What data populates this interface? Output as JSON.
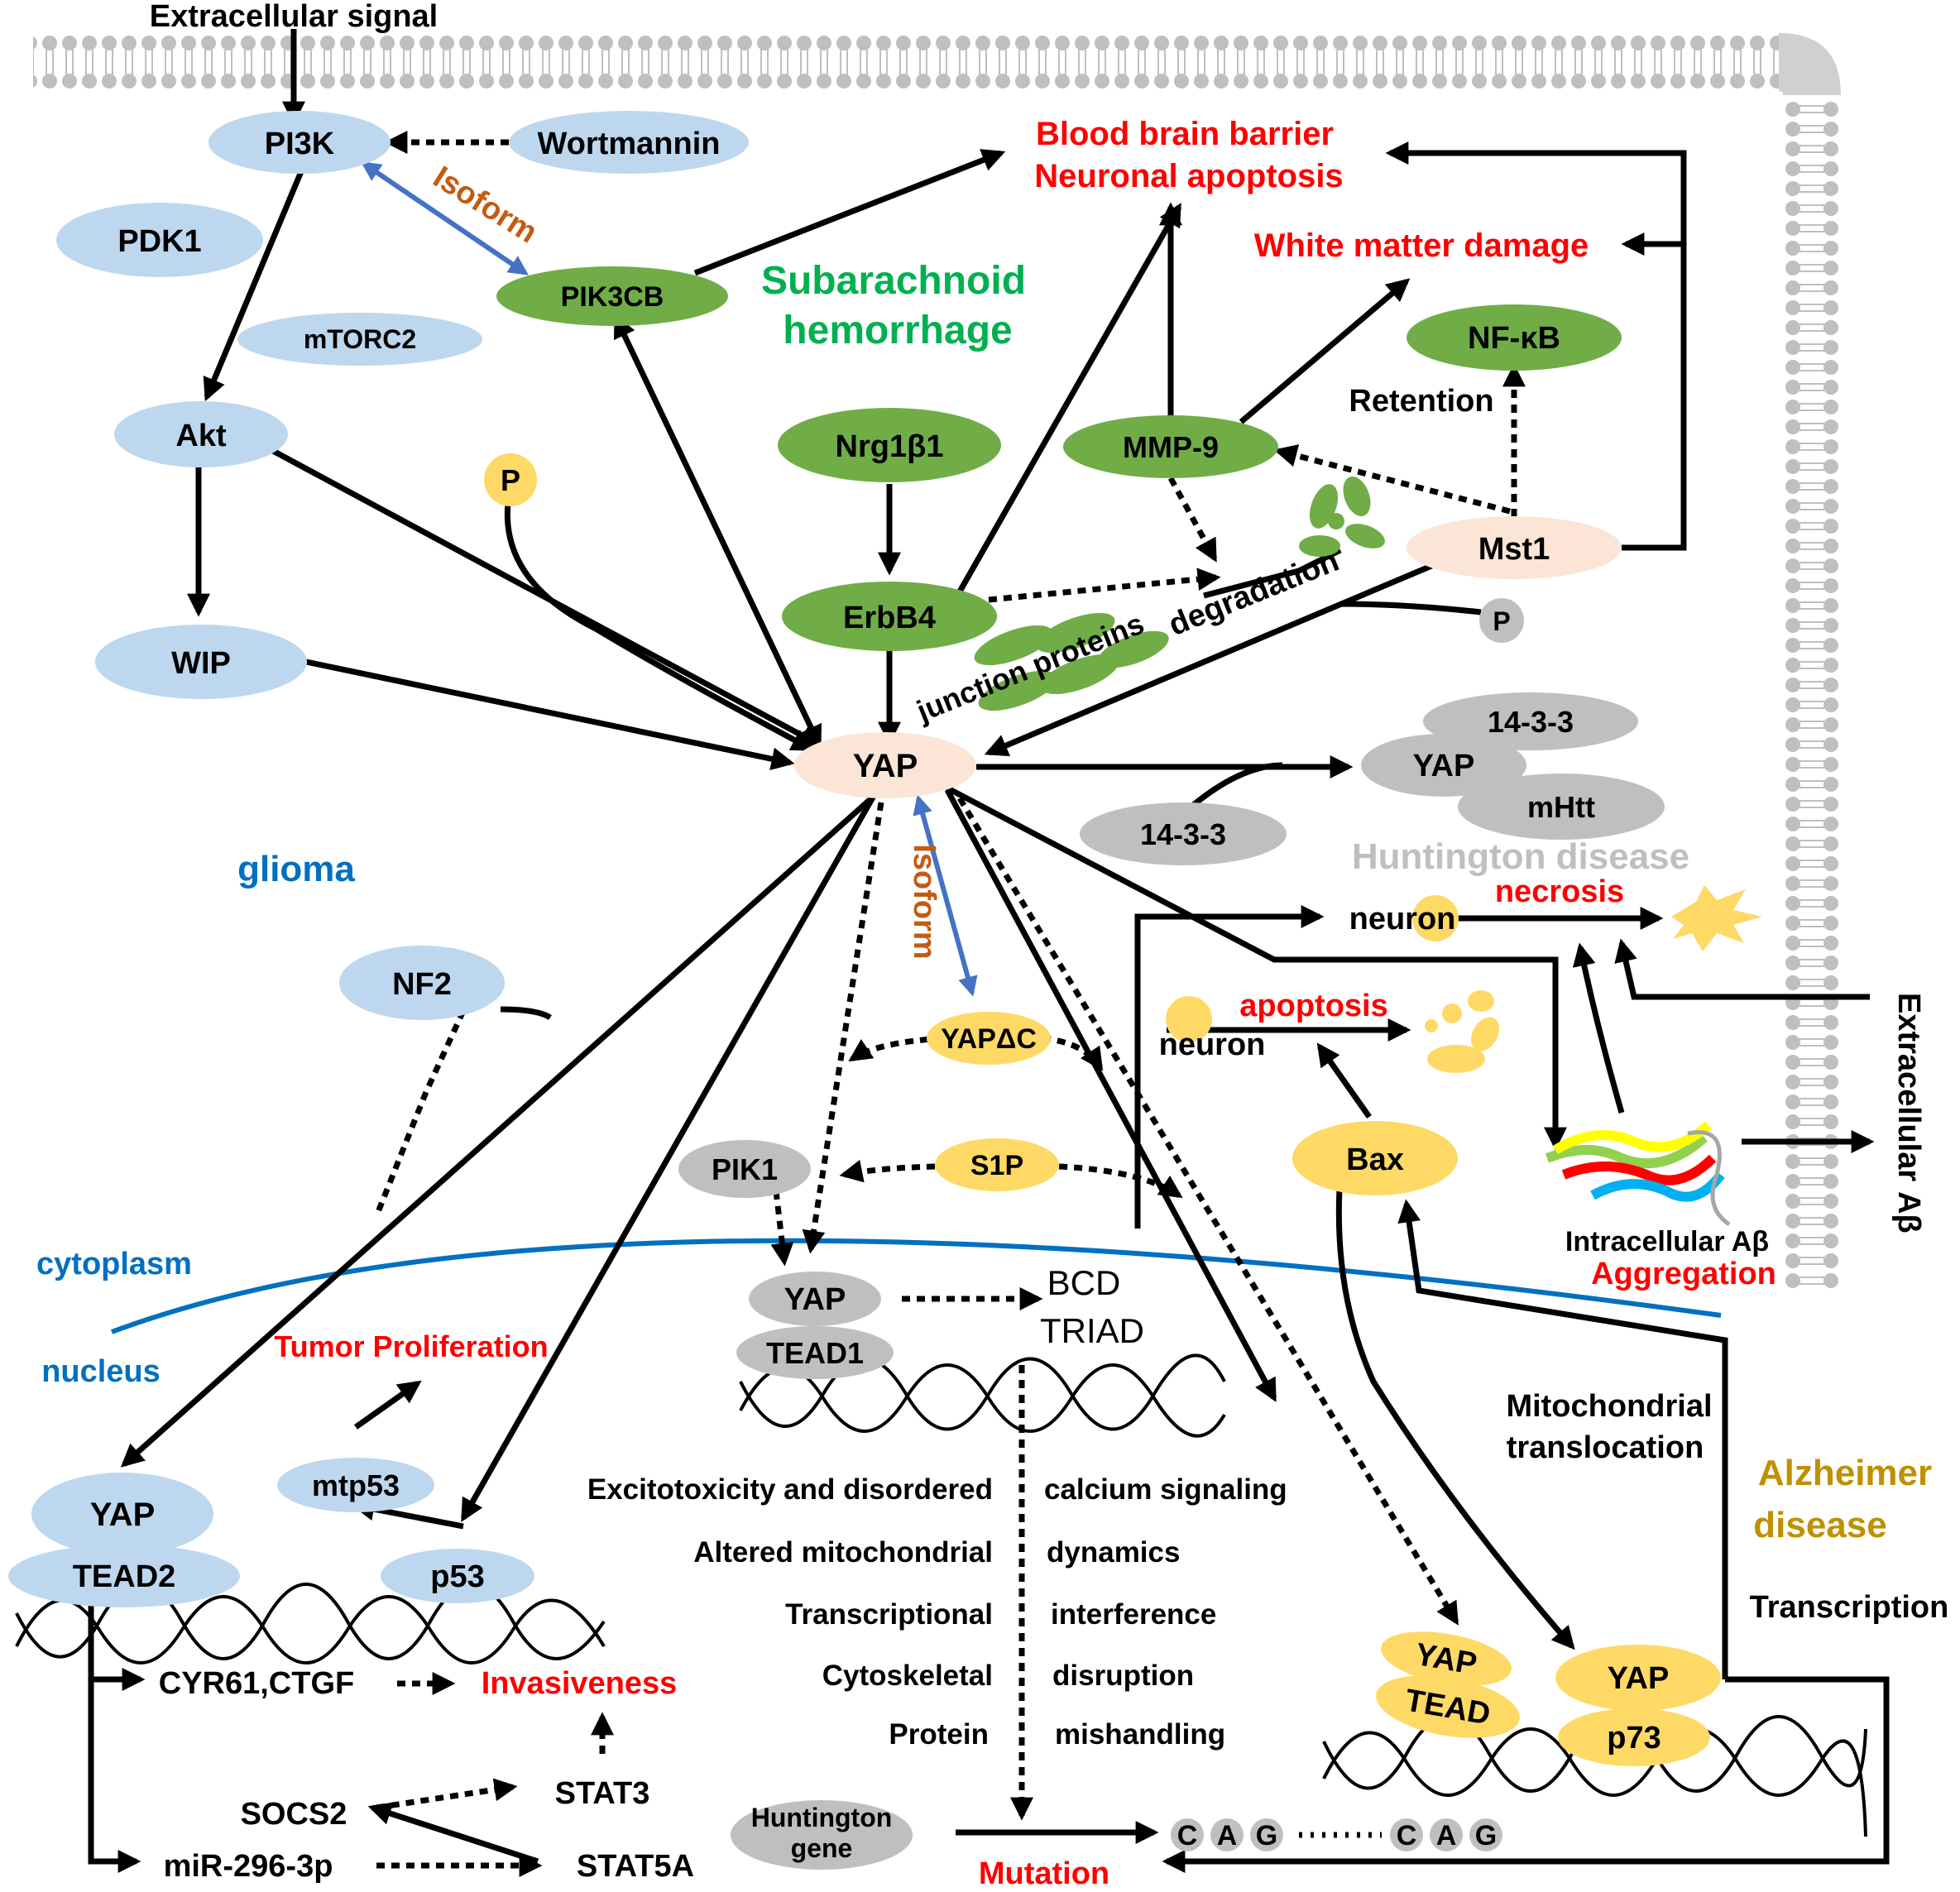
{
  "colors": {
    "blue_node": "#bdd7ee",
    "green_node": "#70ad47",
    "yellow_node": "#ffd966",
    "gray_node": "#bfbfbf",
    "peach_node": "#fbe5d6",
    "red_text": "#ff0000",
    "green_text": "#00b050",
    "blue_text": "#0070c0",
    "orange_text": "#c55a11",
    "gold_text": "#bf9000",
    "gray_text": "#bfbfbf",
    "isoform_arrow": "#4472c4",
    "membrane_blue": "#0070c0"
  },
  "signals": {
    "extracellular_signal": "Extracellular signal",
    "extracellular_abeta_1": "Extracellular",
    "extracellular_abeta_2": "Aβ"
  },
  "nodes": {
    "pi3k": "PI3K",
    "wortmannin": "Wortmannin",
    "pdk1": "PDK1",
    "mtorc2": "mTORC2",
    "akt": "Akt",
    "wip": "WIP",
    "p_top": "P",
    "pik3cb": "PIK3CB",
    "nrg1b1": "Nrg1β1",
    "erbb4": "ErbB4",
    "mmp9": "MMP-9",
    "nfkb": "NF-κB",
    "mst1": "Mst1",
    "p_mst1": "P",
    "yap_center": "YAP",
    "yap_1433": "YAP",
    "c1433_top": "14-3-3",
    "mhtt": "mHtt",
    "c1433_bottom": "14-3-3",
    "yapdc": "YAPΔC",
    "s1p": "S1P",
    "pik1": "PIK1",
    "yap_tead1": "YAP",
    "tead1": "TEAD1",
    "nf2": "NF2",
    "yap_tead2": "YAP",
    "tead2": "TEAD2",
    "mtp53": "mtp53",
    "p53": "p53",
    "bax": "Bax",
    "yap_tead": "YAP",
    "tead": "TEAD",
    "yap_p73": "YAP",
    "p73": "p73",
    "huntington_gene_1": "Huntington",
    "huntington_gene_2": "gene",
    "cag_left": [
      "C",
      "A",
      "G"
    ],
    "cag_right": [
      "C",
      "A",
      "G"
    ],
    "neuron_necrosis": "neuron",
    "neuron_apoptosis": "neuron"
  },
  "labels": {
    "isoform_top": "Isoform",
    "isoform_mid": "Isoform",
    "bbb": "Blood brain barrier",
    "neuronal_apoptosis": "Neuronal apoptosis",
    "white_matter": "White matter damage",
    "subarachnoid_1": "Subarachnoid",
    "subarachnoid_2": "hemorrhage",
    "retention": "Retention",
    "degradation": "degradation",
    "junction_proteins": "junction proteins",
    "glioma": "glioma",
    "huntington_disease": "Huntington disease",
    "necrosis": "necrosis",
    "apoptosis": "apoptosis",
    "cytoplasm": "cytoplasm",
    "nucleus": "nucleus",
    "tumor_proliferation": "Tumor Proliferation",
    "bcd": "BCD",
    "triad": "TRIAD",
    "intracellular_abeta": "Intracellular Aβ",
    "aggregation": "Aggregation",
    "mito_1": "Mitochondrial",
    "mito_2": "translocation",
    "alzheimer_1": "Alzheimer",
    "alzheimer_2": "disease",
    "transcription": "Transcription",
    "cyr61": "CYR61,CTGF",
    "invasiveness": "Invasiveness",
    "socs2": "SOCS2",
    "stat3": "STAT3",
    "mir296": "miR-296-3p",
    "stat5a": "STAT5A",
    "mutation": "Mutation",
    "hd_left": [
      "Excitotoxicity and disordered",
      "Altered mitochondrial",
      "Transcriptional",
      "Cytoskeletal",
      "Protein"
    ],
    "hd_right": [
      "calcium signaling",
      "dynamics",
      "interference",
      "disruption",
      "mishandling"
    ]
  }
}
